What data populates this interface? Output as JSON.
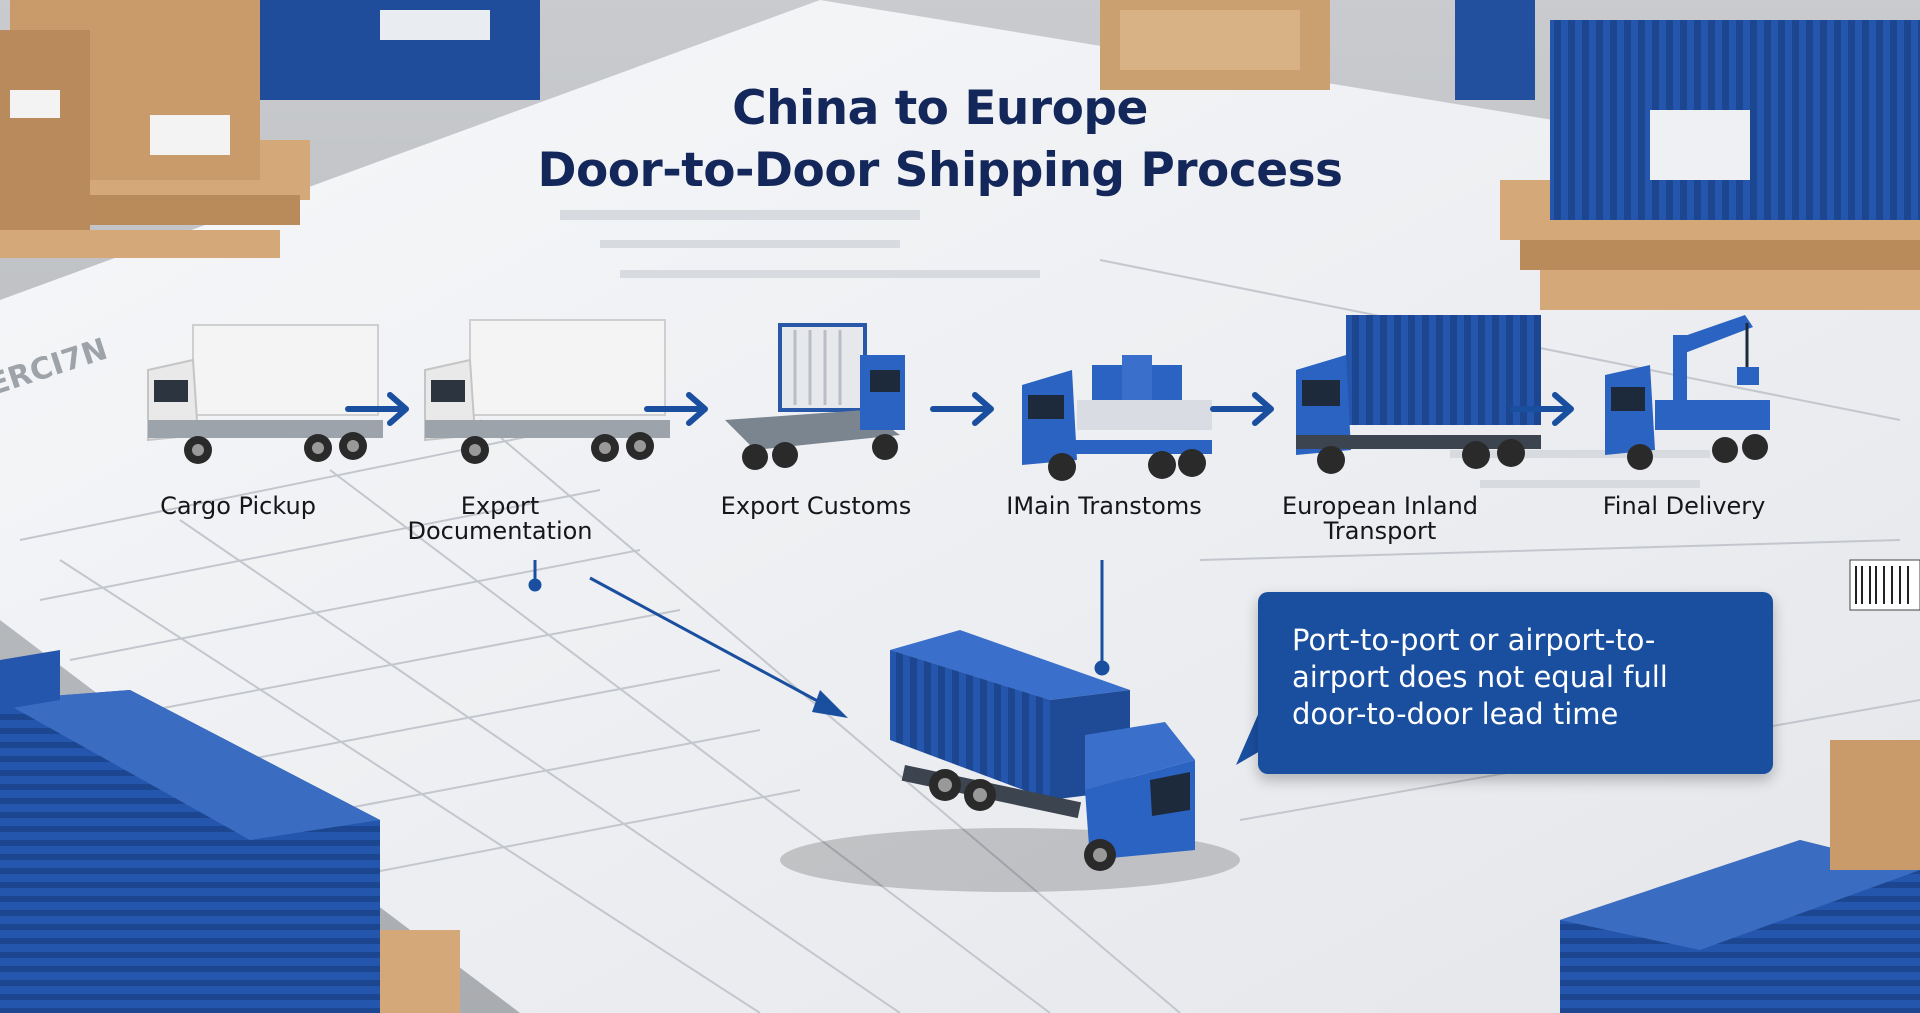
{
  "title": {
    "line1": "China to Europe",
    "line2": "Door-to-Door Shipping Process"
  },
  "steps": [
    {
      "label": "Cargo Pickup",
      "icon": "white-box-truck-icon"
    },
    {
      "label": "Export Documentation",
      "icon": "white-box-truck-icon"
    },
    {
      "label": "Export Customs",
      "icon": "blue-container-truck-icon"
    },
    {
      "label": "IMain Transtoms",
      "icon": "blue-flatbed-truck-icon"
    },
    {
      "label": "European Inland Transport",
      "icon": "blue-container-truck-icon"
    },
    {
      "label": "Final Delivery",
      "icon": "blue-crane-truck-icon"
    }
  ],
  "callout": {
    "text": "Port-to-port or airport-to-airport does not equal full door-to-door lead time"
  },
  "colors": {
    "title": "#14275a",
    "accent_blue": "#1a4fa0",
    "truck_blue": "#2b63c2",
    "paper": "#f2f3f5",
    "pallet_wood": "#d4a878",
    "cardboard": "#c89a6a"
  }
}
